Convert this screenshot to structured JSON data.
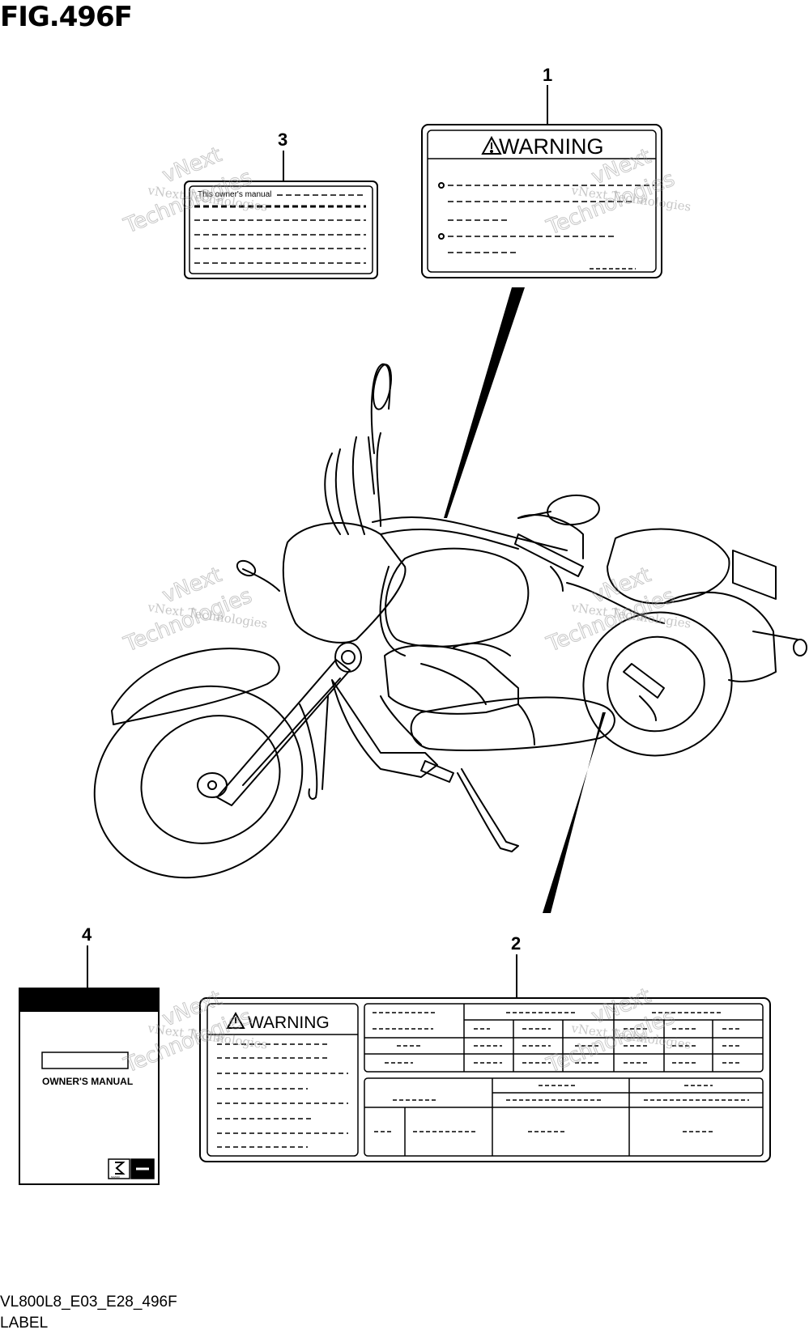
{
  "figure_title": "FIG.496F",
  "caption_code": "VL800L8_E03_E28_496F",
  "caption_name": "LABEL",
  "callouts": [
    "1",
    "2",
    "3",
    "4"
  ],
  "label1": {
    "heading": "WARNING"
  },
  "label2": {
    "heading": "WARNING"
  },
  "label3": {
    "text": "This owner's manual"
  },
  "manual": {
    "title": "OWNER'S MANUAL",
    "logo_text": "SUZUKI"
  },
  "watermark": {
    "small": "vNext Technologies",
    "large": "Technologies",
    "top": "vNext"
  },
  "icons": {
    "warning": "warning-triangle-icon",
    "brand": "suzuki-logo-icon"
  }
}
